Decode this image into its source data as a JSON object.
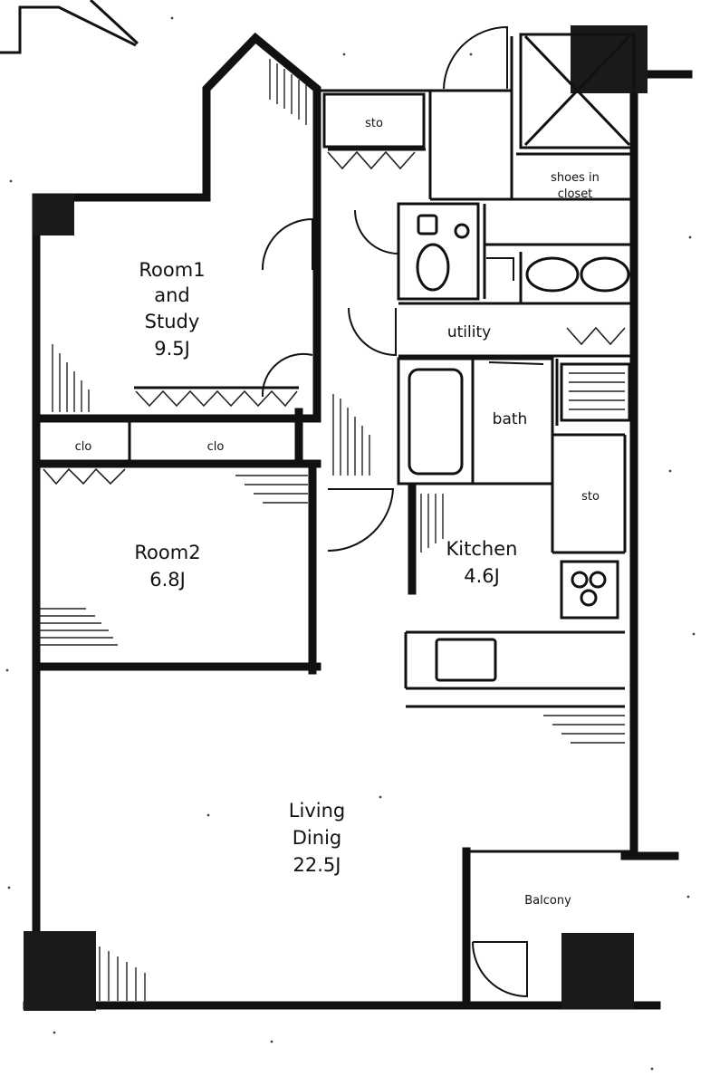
{
  "rooms": {
    "room1": [
      "Room1",
      "and",
      "Study",
      "9.5J"
    ],
    "room2": [
      "Room2",
      "6.8J"
    ],
    "kitchen": [
      "Kitchen",
      "4.6J"
    ],
    "living": [
      "Living",
      "Dinig",
      "22.5J"
    ],
    "utility": "utility",
    "bath": "bath",
    "balcony": "Balcony",
    "shoe_closet": [
      "shoes in",
      "closet"
    ],
    "clo_left": "clo",
    "clo_center": "clo",
    "sto_top": "sto",
    "sto_kitchen": "sto"
  }
}
